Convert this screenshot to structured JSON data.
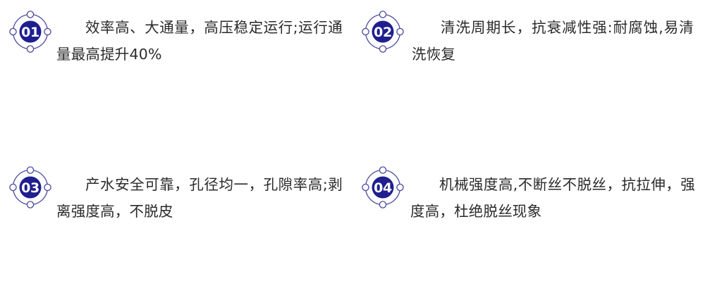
{
  "page": {
    "background_color": "#ffffff",
    "text_color": "#2b2a2a",
    "accent_color": "#1f1f8f",
    "ring_color": "#4a4aa0",
    "layout": "2x2-feature-grid"
  },
  "features": [
    {
      "number": "01",
      "icon": "atom-badge-icon",
      "text": "效率高、大通量，高压稳定运行;运行通量最高提升40%"
    },
    {
      "number": "02",
      "icon": "atom-badge-icon",
      "text": "清洗周期长，抗衰减性强:耐腐蚀,易清洗恢复"
    },
    {
      "number": "03",
      "icon": "atom-badge-icon",
      "text": "产水安全可靠，孔径均一，孔隙率高;剥离强度高，不脱皮"
    },
    {
      "number": "04",
      "icon": "atom-badge-icon",
      "text": "机械强度高,不断丝不脱丝，抗拉伸，强度高，杜绝脱丝现象"
    }
  ]
}
